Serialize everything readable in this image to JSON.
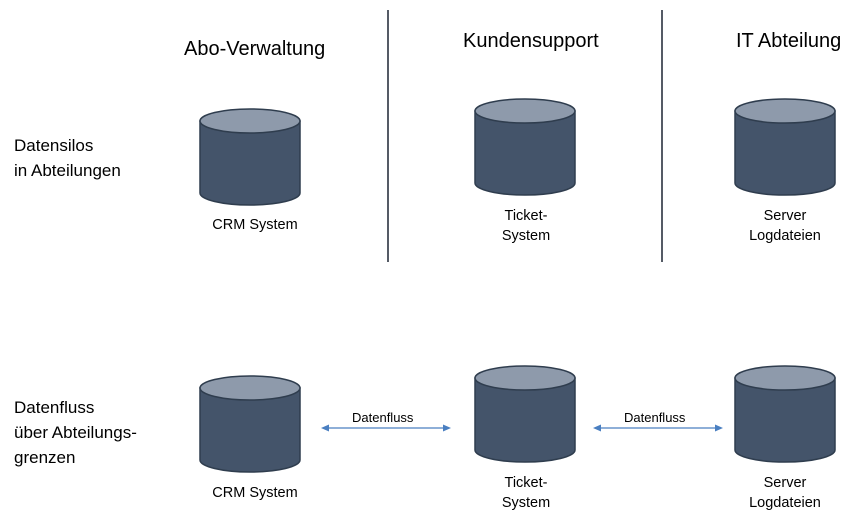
{
  "departments": [
    "Abo-Verwaltung",
    "Kundensupport",
    "IT Abteilung"
  ],
  "rows": [
    {
      "label_lines": [
        "Datensilos",
        "in Abteilungen"
      ]
    },
    {
      "label_lines": [
        "Datenfluss",
        "über Abteilungs-",
        "grenzen"
      ]
    }
  ],
  "databases": [
    {
      "label_lines": [
        "CRM System"
      ]
    },
    {
      "label_lines": [
        "Ticket-",
        "System"
      ]
    },
    {
      "label_lines": [
        "Server",
        "Logdateien"
      ]
    }
  ],
  "flows": [
    "Datenfluss",
    "Datenfluss"
  ],
  "colors": {
    "cylinder_body": "#44546a",
    "cylinder_top": "#8e9aab",
    "cylinder_edge": "#2f3d4e",
    "divider": "#555b66",
    "arrow": "#4a7fc1"
  }
}
